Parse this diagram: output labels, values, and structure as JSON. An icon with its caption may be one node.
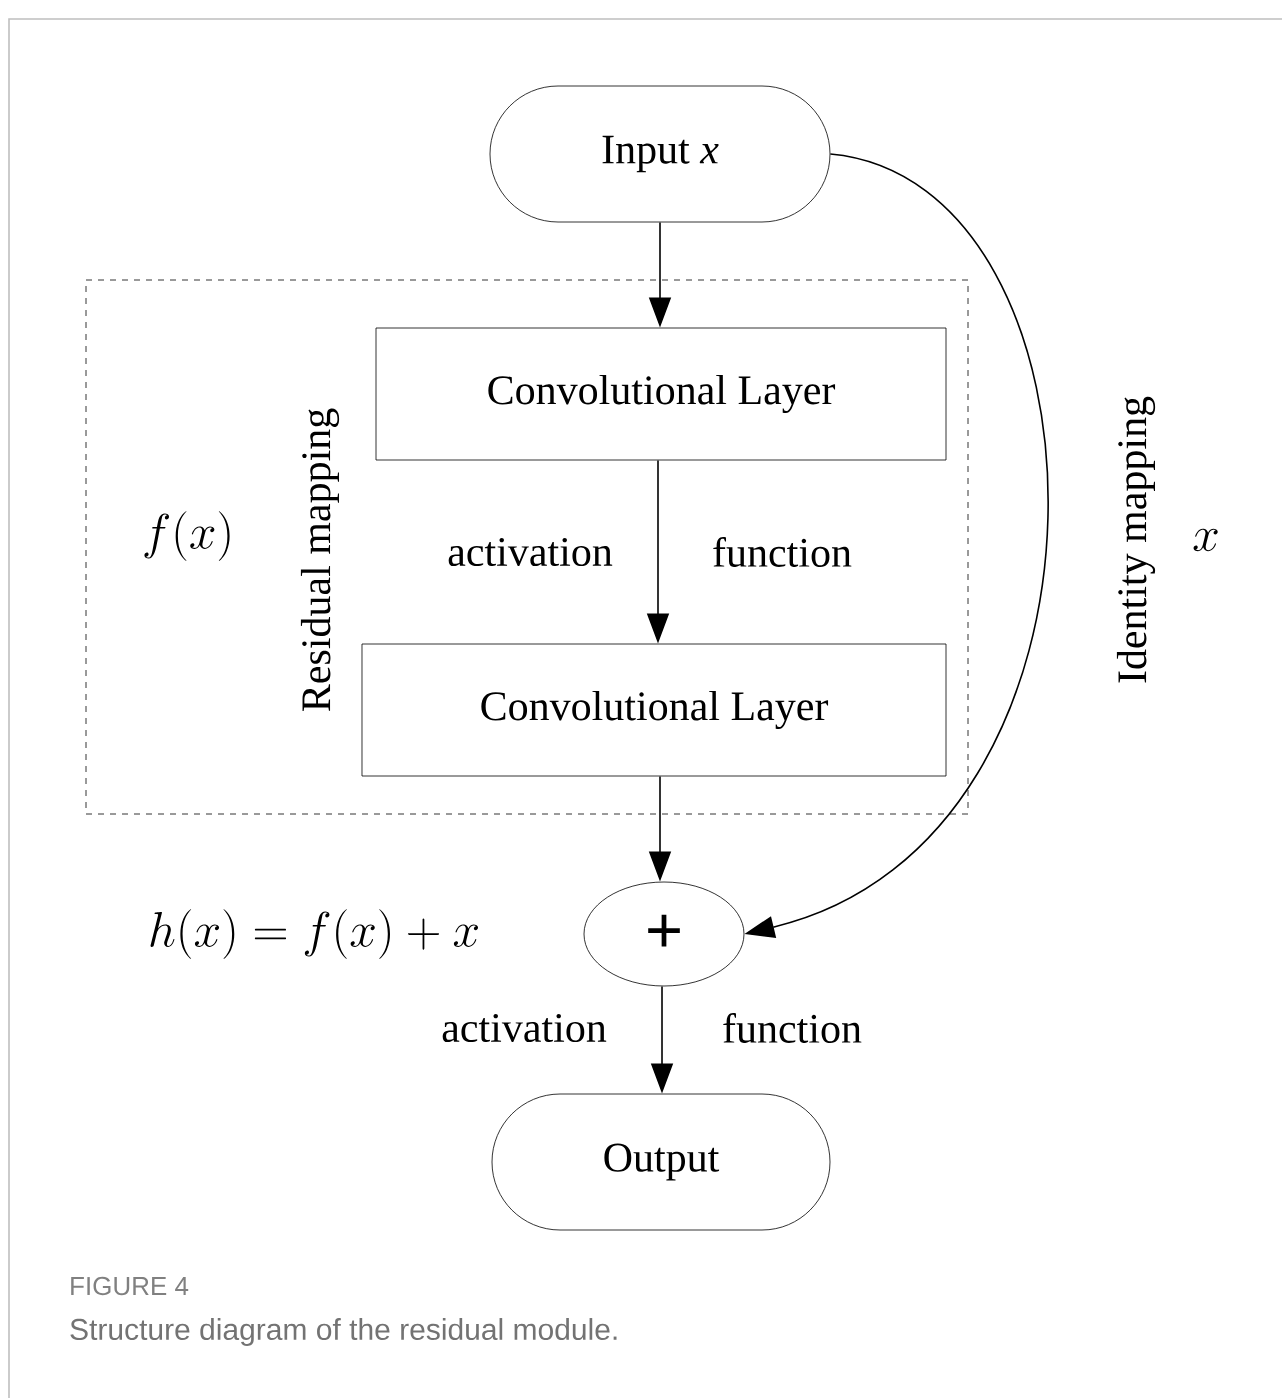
{
  "diagram": {
    "caption": "Structure diagram of the residual module.",
    "nodes": [
      {
        "text": [
          "Input *x*"
        ]
      },
      {
        "text": [
          "Residual mapping"
        ]
      },
      {
        "text": [
          "Convolutional Layer"
        ],
        "in": 1
      },
      {
        "text": [
          "Convolutional Layer"
        ],
        "in": 1
      },
      {
        "text": [
          "+"
        ]
      },
      {
        "text": [
          "Output"
        ]
      }
    ],
    "edges": [
      {
        "from": 0,
        "to": 2,
        "arrow": "to"
      },
      {
        "from": 2,
        "to": 3,
        "arrow": "to"
      },
      {
        "from": 3,
        "to": 4,
        "arrow": "to"
      },
      {
        "from": 0,
        "to": 4,
        "arrow": "to",
        "label": "Identity mapping"
      },
      {
        "from": 4,
        "to": 5,
        "arrow": "to"
      }
    ],
    "labels": [
      "f(x)",
      "activation",
      "function",
      "x",
      "h(x) = f(x) + x",
      "activation",
      "function",
      "FIGURE 4"
    ]
  }
}
